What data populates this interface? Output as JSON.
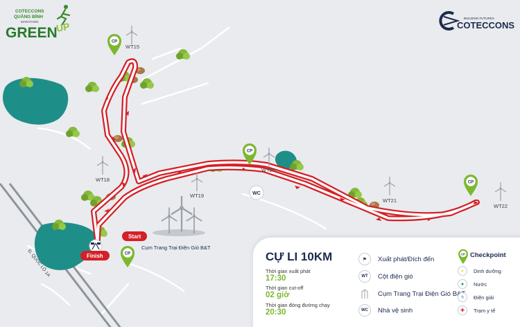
{
  "event_logo": {
    "line1": "COTECCONS",
    "line2": "QUẢNG BÌNH",
    "line3": "MARATHON",
    "wordmark": "GREEN",
    "wordmark_tail": "UP"
  },
  "sponsor_logo": {
    "tagline": "BUILDING FUTURES",
    "name": "COTECCONS"
  },
  "map": {
    "road_label": "Đ. QUỐC LỘ 1A",
    "start_label": "Start",
    "finish_label": "Finish",
    "wind_farm_label": "Cụm Trang Trại Điện Gió B&T",
    "wc_label": "WC",
    "checkpoint_marker_text": "CP",
    "turbine_labels": [
      "WT15",
      "WT18",
      "WT19",
      "WT20",
      "WT21",
      "WT22"
    ]
  },
  "info_panel": {
    "title": "CỰ LI 10KM",
    "items": [
      {
        "label": "Thời gian xuất phát",
        "value": "17:30"
      },
      {
        "label": "Thời gian cut-off",
        "value": "02 giờ"
      },
      {
        "label": "Thời gian đóng đường chạy",
        "value": "20:30"
      }
    ]
  },
  "legend": {
    "items": [
      {
        "icon": "start-finish-flags-icon",
        "label": "Xuất phát/Đích đến"
      },
      {
        "icon": "wind-turbine-pole-icon",
        "icon_text": "WT",
        "label": "Cột điện gió"
      },
      {
        "icon": "wind-farm-icon",
        "label": "Cụm Trang Trại Điện Gió B&T"
      },
      {
        "icon": "toilet-icon",
        "icon_text": "WC",
        "label": "Nhà vệ sinh"
      }
    ],
    "checkpoint": {
      "title": "Checkpoint",
      "marker_text": "CP",
      "items": [
        {
          "icon": "nutrition-icon",
          "label": "Dinh dưỡng"
        },
        {
          "icon": "water-icon",
          "label": "Nước"
        },
        {
          "icon": "electrolyte-icon",
          "label": "Điện giải"
        },
        {
          "icon": "medical-station-icon",
          "label": "Trạm y tế"
        }
      ]
    }
  },
  "colors": {
    "route": "#d42027",
    "checkpoint_green": "#7cb82f",
    "lake": "#1e8e88",
    "navy": "#1b2a4e",
    "tree": "#84b93a"
  }
}
